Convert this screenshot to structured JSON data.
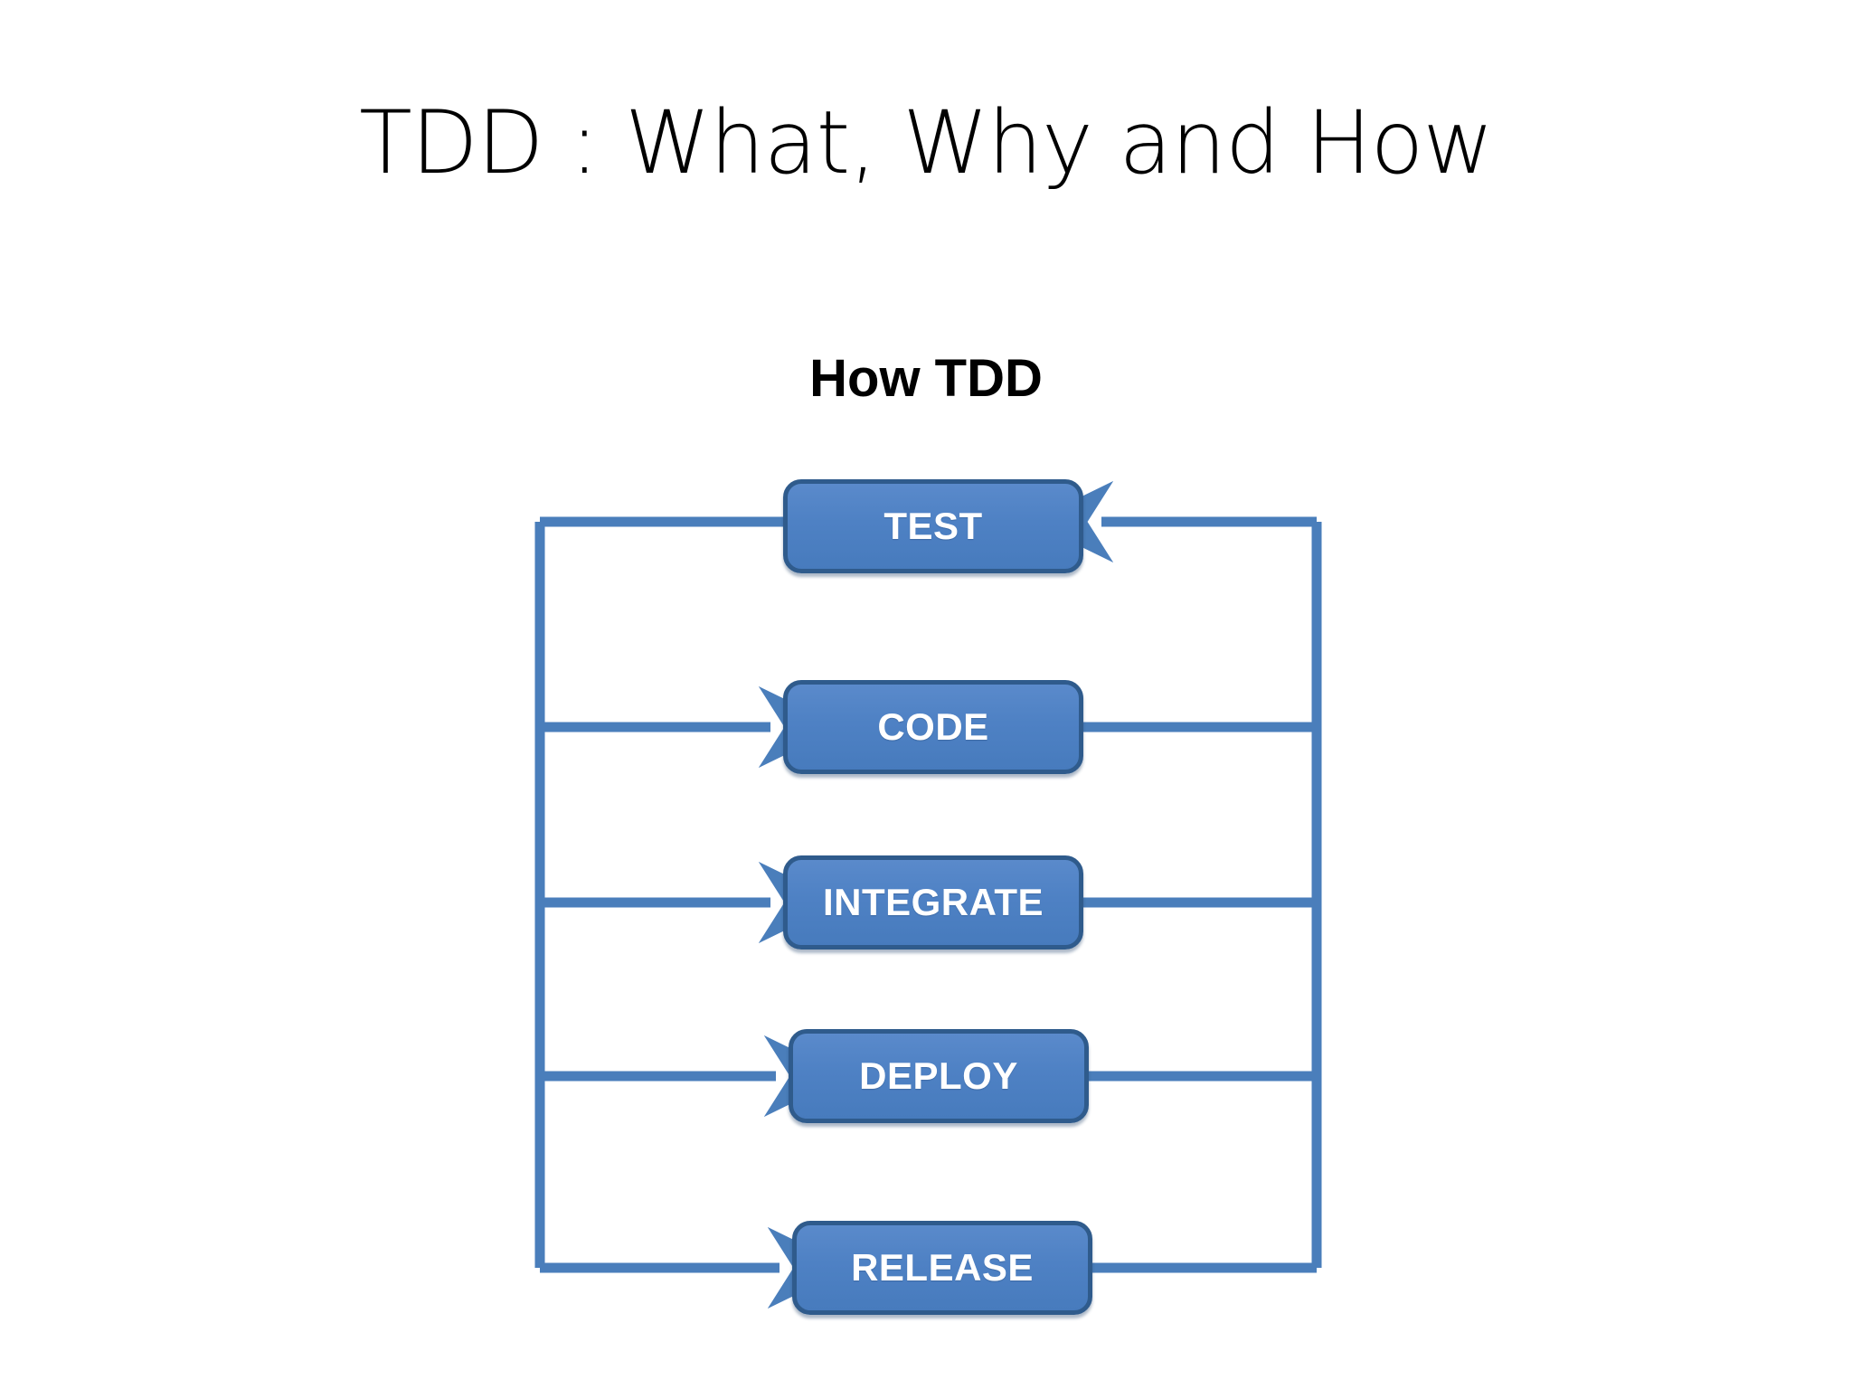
{
  "slide": {
    "title": "TDD : What, Why and How",
    "subtitle": "How TDD",
    "background_color": "#FFFFFF",
    "title_color": "#000000"
  },
  "diagram": {
    "type": "flowchart-cycle",
    "description": "Vertical TDD pipeline with feedback loop: every stage feeds back to TEST and TEST feeds forward into each stage.",
    "accent_color": "#4A7EBB",
    "box_fill_color": "#4E81C4",
    "box_border_color": "#2F5B8C",
    "box_text_color": "#FFFFFF",
    "steps": [
      {
        "id": "test",
        "label": "TEST"
      },
      {
        "id": "code",
        "label": "CODE"
      },
      {
        "id": "integrate",
        "label": "INTEGRATE"
      },
      {
        "id": "deploy",
        "label": "DEPLOY"
      },
      {
        "id": "release",
        "label": "RELEASE"
      }
    ],
    "connectors": {
      "left_trunk": "vertical line feeding TEST at top and branching right into CODE, INTEGRATE, DEPLOY and RELEASE",
      "right_trunk": "vertical line collecting CODE, INTEGRATE, DEPLOY and RELEASE and returning with an arrow into TEST",
      "arrowheads": [
        "into-code",
        "into-integrate",
        "into-deploy",
        "into-release",
        "into-test"
      ]
    }
  }
}
